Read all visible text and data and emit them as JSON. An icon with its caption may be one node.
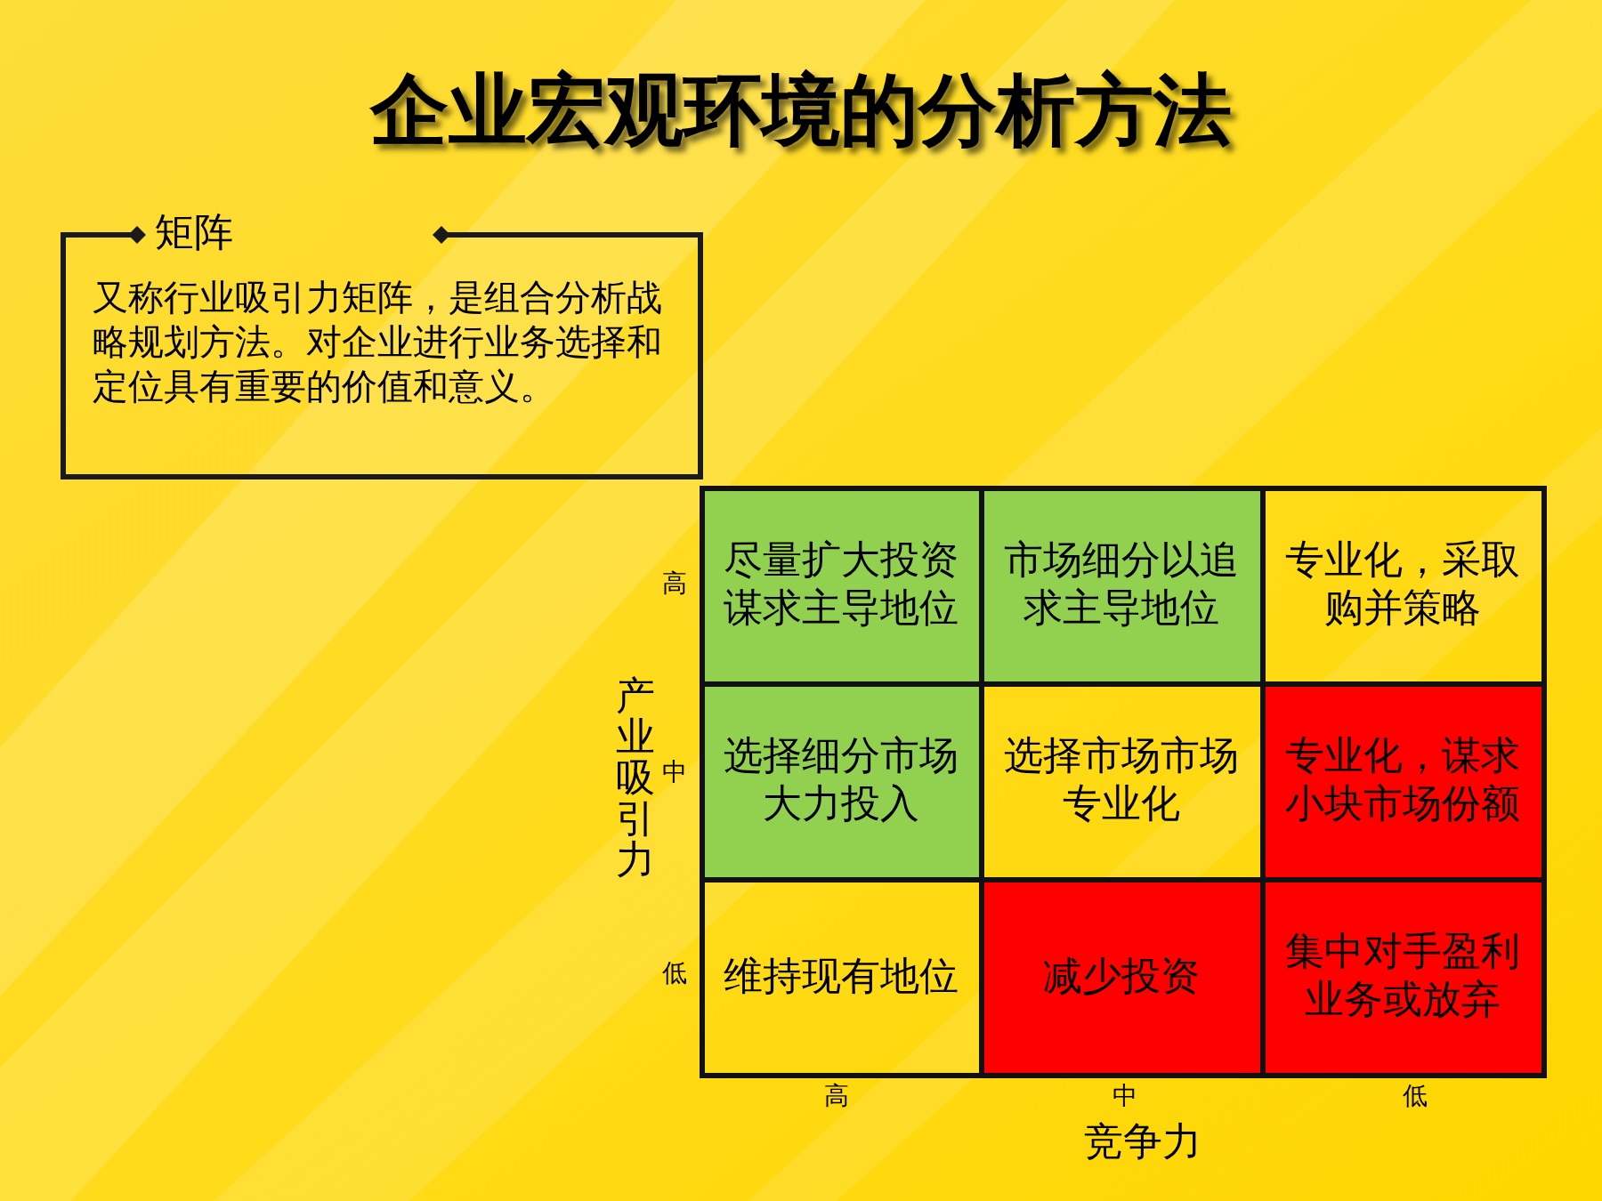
{
  "diagram": {
    "title": "企业宏观环境的分析方法",
    "nodes": [
      {
        "text": [
          "矩阵",
          "又称行业吸引力矩阵，是组合分析战略规划方法。对企业进行业务选择和定位具有重要的价值和意义。"
        ]
      },
      {
        "text": [
          "尽量扩大投资谋求主导地位"
        ]
      },
      {
        "text": [
          "市场细分以追求主导地位"
        ]
      },
      {
        "text": [
          "专业化，采取购并策略"
        ]
      },
      {
        "text": [
          "选择细分市场大力投入"
        ]
      },
      {
        "text": [
          "选择市场市场专业化"
        ]
      },
      {
        "text": [
          "专业化，谋求小块市场份额"
        ]
      },
      {
        "text": [
          "维持现有地位"
        ]
      },
      {
        "text": [
          "减少投资"
        ]
      },
      {
        "text": [
          "集中对手盈利业务或放弃"
        ]
      }
    ],
    "labels": [
      "产业吸引力",
      "高",
      "中",
      "低",
      "高",
      "中",
      "低",
      "竞争力"
    ]
  }
}
